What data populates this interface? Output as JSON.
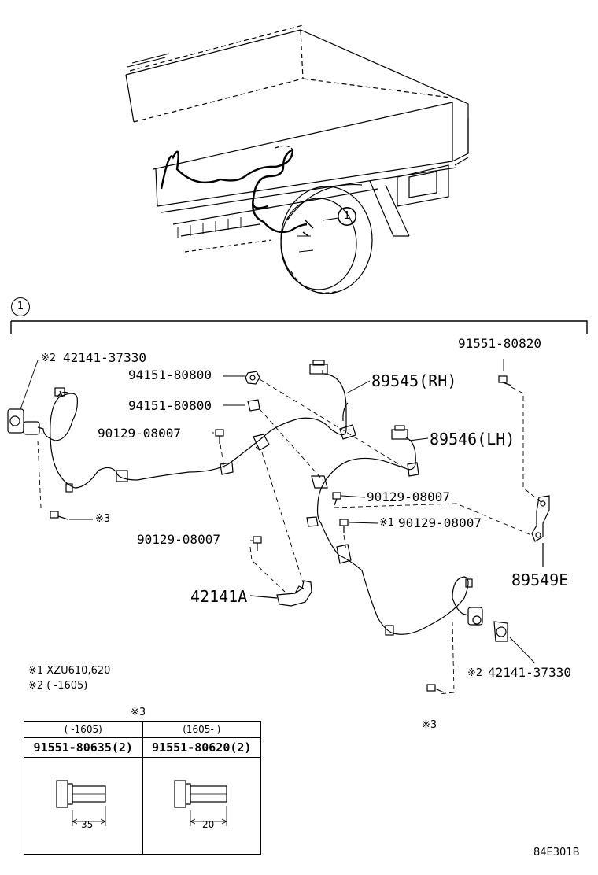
{
  "callout": "1",
  "labels": {
    "p42141_37330_a": "42141-37330",
    "mark2_a": "※2",
    "p94151_80800_a": "94151-80800",
    "p94151_80800_b": "94151-80800",
    "p90129_08007_a": "90129-08007",
    "p89545": "89545(RH)",
    "p89546": "89546(LH)",
    "p91551_80820": "91551-80820",
    "p90129_08007_b": "90129-08007",
    "p90129_08007_c": "90129-08007",
    "mark1": "※1",
    "p90129_08007_d": "90129-08007",
    "p42141A": "42141A",
    "p89549E": "89549E",
    "mark2_b": "※2",
    "p42141_37330_b": "42141-37330",
    "mark3_a": "※3",
    "mark3_b": "※3"
  },
  "notes": {
    "n1": "※1 XZU610,620",
    "n2": "※2 (      -1605)"
  },
  "bolt_table": {
    "title": "※3",
    "col1_header": "(      -1605)",
    "col2_header": "(1605-      )",
    "col1_part": "91551-80635(2)",
    "col2_part": "91551-80620(2)",
    "col1_length": "35",
    "col2_length": "20"
  },
  "diagram_code": "84E301B"
}
